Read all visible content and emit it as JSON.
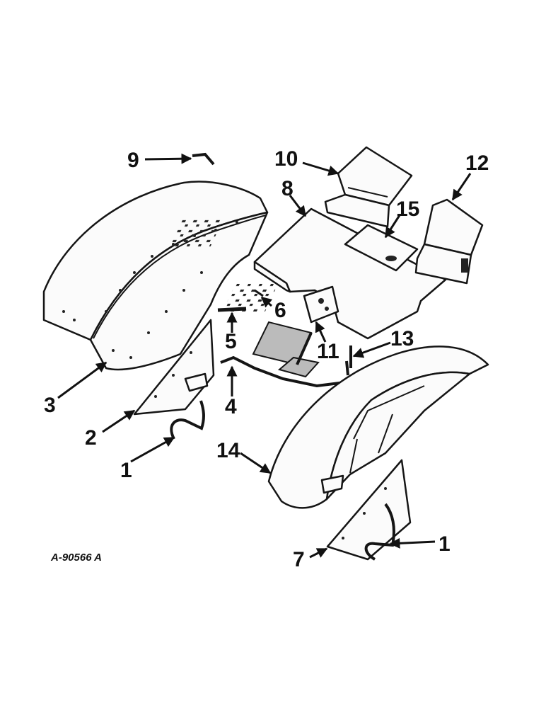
{
  "reference": "A-90566 A",
  "callouts": [
    {
      "label": "9"
    },
    {
      "label": "10"
    },
    {
      "label": "12"
    },
    {
      "label": "8"
    },
    {
      "label": "15"
    },
    {
      "label": "6"
    },
    {
      "label": "5"
    },
    {
      "label": "11"
    },
    {
      "label": "13"
    },
    {
      "label": "3"
    },
    {
      "label": "4"
    },
    {
      "label": "2"
    },
    {
      "label": "1"
    },
    {
      "label": "14"
    },
    {
      "label": "7"
    },
    {
      "label": "1"
    }
  ]
}
